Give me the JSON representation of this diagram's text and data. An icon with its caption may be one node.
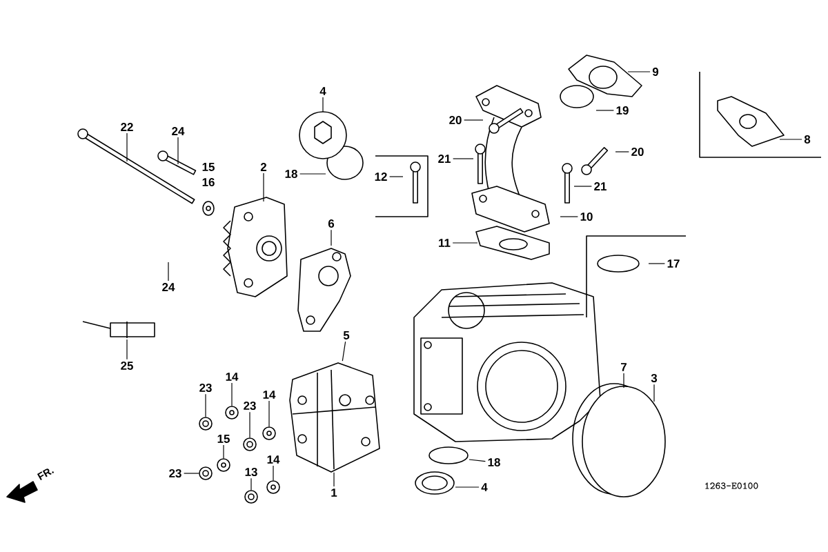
{
  "diagram": {
    "nodes": [
      {
        "text": [
          "9"
        ]
      },
      {
        "text": [
          "4"
        ]
      },
      {
        "text": [
          "22"
        ]
      },
      {
        "text": [
          "24"
        ]
      },
      {
        "text": [
          "20"
        ]
      },
      {
        "text": [
          "19"
        ]
      },
      {
        "text": [
          "8"
        ]
      },
      {
        "text": [
          "18"
        ]
      },
      {
        "text": [
          "12"
        ]
      },
      {
        "text": [
          "2"
        ]
      },
      {
        "text": [
          "21"
        ]
      },
      {
        "text": [
          "20"
        ]
      },
      {
        "text": [
          "21"
        ]
      },
      {
        "text": [
          "10"
        ]
      },
      {
        "text": [
          "6"
        ]
      },
      {
        "text": [
          "11"
        ]
      },
      {
        "text": [
          "17"
        ]
      },
      {
        "text": [
          "24"
        ]
      },
      {
        "text": [
          "5"
        ]
      },
      {
        "text": [
          "25"
        ]
      },
      {
        "text": [
          "23"
        ]
      },
      {
        "text": [
          "14"
        ]
      },
      {
        "text": [
          "23"
        ]
      },
      {
        "text": [
          "14"
        ]
      },
      {
        "text": [
          "15"
        ]
      },
      {
        "text": [
          "14"
        ]
      },
      {
        "text": [
          "13"
        ]
      },
      {
        "text": [
          "23"
        ]
      },
      {
        "text": [
          "1"
        ]
      },
      {
        "text": [
          "18"
        ]
      },
      {
        "text": [
          "4"
        ]
      },
      {
        "text": [
          "7"
        ]
      },
      {
        "text": [
          "3"
        ]
      },
      {
        "text": [],
        "shape": "circle"
      },
      {
        "text": [],
        "shape": "circle"
      },
      {
        "text": [],
        "shape": "circle"
      },
      {
        "text": [],
        "shape": "circle"
      },
      {
        "text": [],
        "shape": "circle"
      },
      {
        "text": [],
        "shape": "circle"
      },
      {
        "text": [],
        "shape": "circle"
      },
      {
        "text": [],
        "shape": "circle"
      },
      {
        "text": [],
        "shape": "box"
      }
    ],
    "edges": [
      {
        "from": 0,
        "to": null,
        "arrow": "none"
      },
      {
        "from": 1,
        "to": null,
        "arrow": "none"
      },
      {
        "from": 2,
        "to": null,
        "arrow": "none"
      },
      {
        "from": 3,
        "to": null,
        "arrow": "none"
      },
      {
        "from": 4,
        "to": null,
        "arrow": "none"
      },
      {
        "from": 5,
        "to": null,
        "arrow": "none"
      },
      {
        "from": 6,
        "to": null,
        "arrow": "none"
      },
      {
        "from": 7,
        "to": null,
        "arrow": "none"
      },
      {
        "from": 8,
        "to": null,
        "arrow": "none"
      },
      {
        "from": 9,
        "to": null,
        "arrow": "none"
      },
      {
        "from": 10,
        "to": null,
        "arrow": "none"
      },
      {
        "from": 11,
        "to": null,
        "arrow": "none"
      },
      {
        "from": 12,
        "to": null,
        "arrow": "none"
      },
      {
        "from": 13,
        "to": null,
        "arrow": "none"
      },
      {
        "from": 14,
        "to": null,
        "arrow": "none"
      },
      {
        "from": 15,
        "to": null,
        "arrow": "none"
      },
      {
        "from": 16,
        "to": null,
        "arrow": "none"
      },
      {
        "from": 17,
        "to": null,
        "arrow": "none"
      },
      {
        "from": 18,
        "to": 41,
        "arrow": "none"
      },
      {
        "from": 19,
        "to": null,
        "arrow": "none"
      },
      {
        "from": 20,
        "to": 33,
        "arrow": "none"
      },
      {
        "from": 21,
        "to": 36,
        "arrow": "none"
      },
      {
        "from": 22,
        "to": 37,
        "arrow": "none"
      },
      {
        "from": 23,
        "to": 39,
        "arrow": "none"
      },
      {
        "from": 24,
        "to": 35,
        "arrow": "none"
      },
      {
        "from": 25,
        "to": 40,
        "arrow": "none"
      },
      {
        "from": 26,
        "to": 38,
        "arrow": "none"
      },
      {
        "from": 27,
        "to": 34,
        "arrow": "none"
      },
      {
        "from": 28,
        "to": 41,
        "arrow": "none"
      },
      {
        "from": 29,
        "to": null,
        "arrow": "none"
      },
      {
        "from": 30,
        "to": null,
        "arrow": "none"
      },
      {
        "from": 31,
        "to": null,
        "arrow": "none"
      },
      {
        "from": 32,
        "to": null,
        "arrow": "none"
      }
    ],
    "labels": [
      "15",
      "16",
      "FR.",
      "1263-E0100"
    ]
  }
}
